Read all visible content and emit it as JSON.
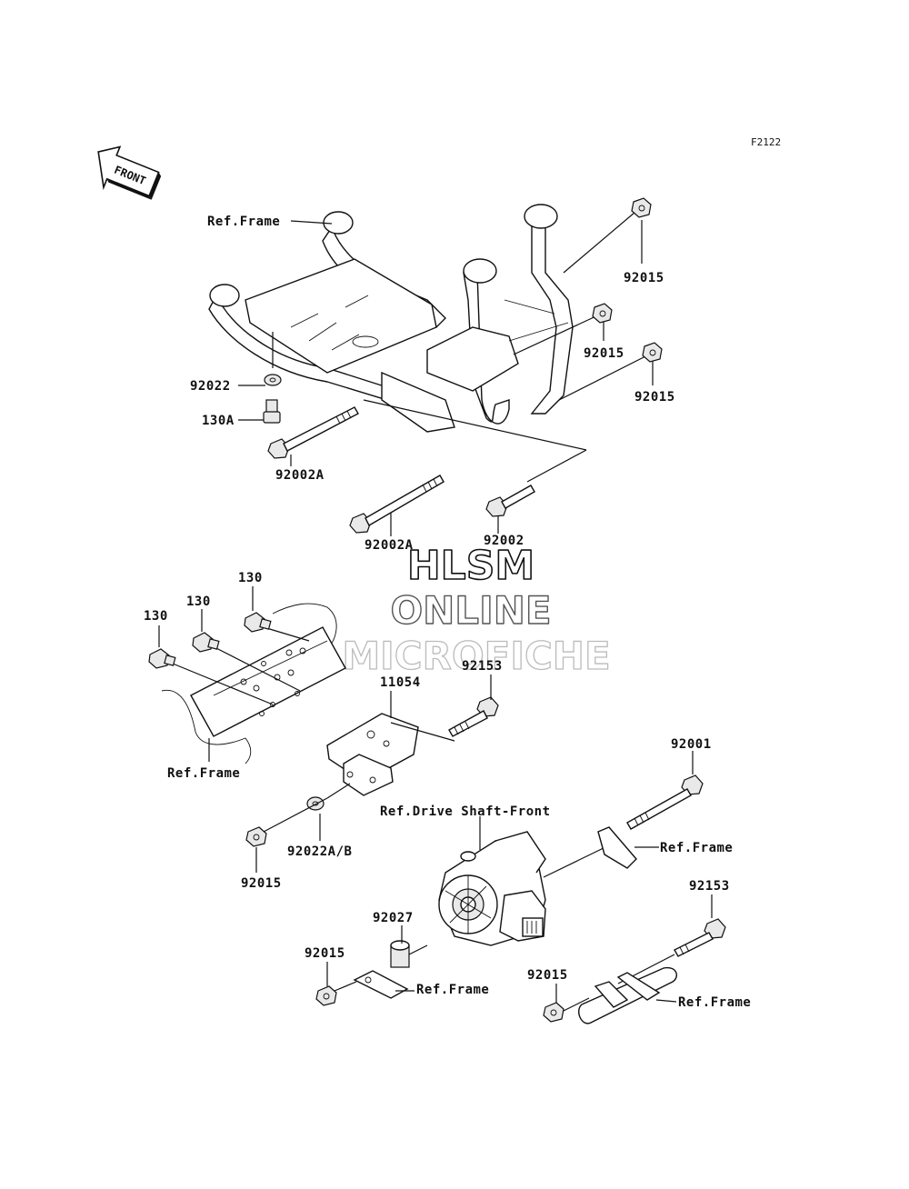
{
  "diagram_code": "F2122",
  "front_arrow": {
    "label": "FRONT",
    "icon": "front-arrow-icon"
  },
  "watermark": {
    "line1": "HLSM",
    "line2": "ONLINE",
    "line3": "MICROFICHE"
  },
  "labels": {
    "ref_frame_top": "Ref.Frame",
    "p92015_a": "92015",
    "p92015_b": "92015",
    "p92015_c": "92015",
    "p92022": "92022",
    "p130A": "130A",
    "p92002A_a": "92002A",
    "p92002A_b": "92002A",
    "p92002": "92002",
    "p130_a": "130",
    "p130_b": "130",
    "p130_c": "130",
    "p11054": "11054",
    "p92153_a": "92153",
    "ref_frame_mid": "Ref.Frame",
    "p92001": "92001",
    "ref_drive_shaft": "Ref.Drive Shaft-Front",
    "ref_frame_right": "Ref.Frame",
    "p92015_d": "92015",
    "p92022AB": "92022A/B",
    "p92027": "92027",
    "p92015_e": "92015",
    "ref_frame_bottom": "Ref.Frame",
    "p92153_b": "92153",
    "p92015_f": "92015",
    "ref_frame_br": "Ref.Frame"
  }
}
